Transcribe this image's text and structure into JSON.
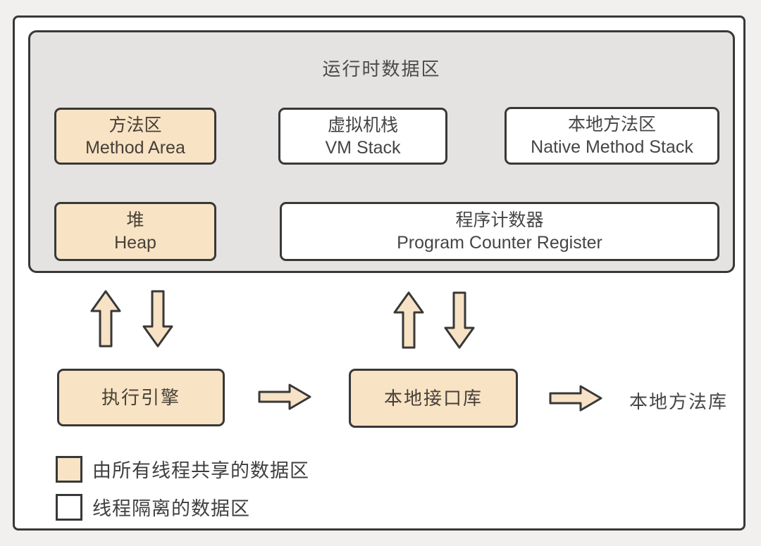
{
  "title": "运行时数据区",
  "runtime_boxes": [
    {
      "id": "method-area",
      "zh": "方法区",
      "en": "Method Area",
      "type": "shared"
    },
    {
      "id": "vm-stack",
      "zh": "虚拟机栈",
      "en": "VM Stack",
      "type": "isolated"
    },
    {
      "id": "native-method-stack",
      "zh": "本地方法区",
      "en": "Native Method Stack",
      "type": "isolated"
    },
    {
      "id": "heap",
      "zh": "堆",
      "en": "Heap",
      "type": "shared"
    },
    {
      "id": "pc-register",
      "zh": "程序计数器",
      "en": "Program Counter Register",
      "type": "isolated"
    }
  ],
  "bottom": {
    "execution_engine": "执行引擎",
    "native_interface": "本地接口库",
    "native_method_library": "本地方法库"
  },
  "legend": [
    {
      "label": "由所有线程共享的数据区",
      "swatch": "shared"
    },
    {
      "label": "线程隔离的数据区",
      "swatch": "isolated"
    }
  ],
  "colors": {
    "page_bg": "#F1F0EF",
    "frame_fill": "#FFFFFF",
    "panel_fill": "#E5E3E1",
    "border": "#383838",
    "shared_fill": "#F8E3C4",
    "isolated_fill": "#FFFFFF",
    "arrow_fill": "#F7E2C5",
    "text": "#474038",
    "title_text": "#4A4A4A"
  }
}
